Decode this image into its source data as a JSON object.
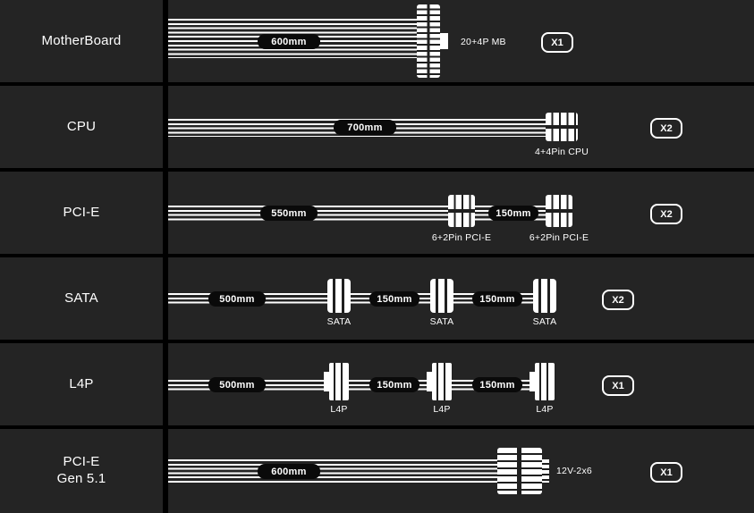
{
  "colors": {
    "background": "#242424",
    "separator": "#000000",
    "text": "#ffffff",
    "length_badge_bg": "#0a0a0a",
    "connector": "#ffffff"
  },
  "rows": [
    {
      "label": "MotherBoard",
      "qty": "X1",
      "seg1": "600mm",
      "conn1": "20+4P MB"
    },
    {
      "label": "CPU",
      "qty": "X2",
      "seg1": "700mm",
      "conn1": "4+4Pin CPU"
    },
    {
      "label": "PCI-E",
      "qty": "X2",
      "seg1": "550mm",
      "seg2": "150mm",
      "conn1": "6+2Pin PCI-E",
      "conn2": "6+2Pin PCI-E"
    },
    {
      "label": "SATA",
      "qty": "X2",
      "seg1": "500mm",
      "seg2": "150mm",
      "seg3": "150mm",
      "conn1": "SATA",
      "conn2": "SATA",
      "conn3": "SATA"
    },
    {
      "label": "L4P",
      "qty": "X1",
      "seg1": "500mm",
      "seg2": "150mm",
      "seg3": "150mm",
      "conn1": "L4P",
      "conn2": "L4P",
      "conn3": "L4P"
    },
    {
      "label": "PCI-E\nGen 5.1",
      "qty": "X1",
      "seg1": "600mm",
      "conn1": "12V-2x6"
    }
  ]
}
